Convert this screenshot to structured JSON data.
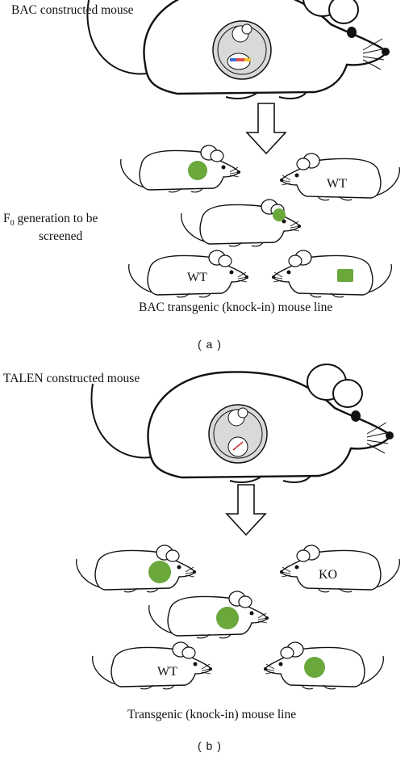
{
  "panel_a": {
    "title": "BAC constructed mouse",
    "screen_note_line1": "F0 generation to be",
    "screen_note_sub": "0",
    "screen_note_line2": "screened",
    "wt_label_1": "WT",
    "wt_label_2": "WT",
    "caption": "BAC transgenic (knock-in) mouse line",
    "panel_label": "( a )"
  },
  "panel_b": {
    "title": "TALEN constructed mouse",
    "ko_label": "KO",
    "wt_label": "WT",
    "caption": "Transgenic (knock-in) mouse line",
    "panel_label": "( b )"
  },
  "colors": {
    "marker_green": "#6aa83c",
    "outline": "#111111",
    "cell_gray": "#d9d9d9"
  }
}
